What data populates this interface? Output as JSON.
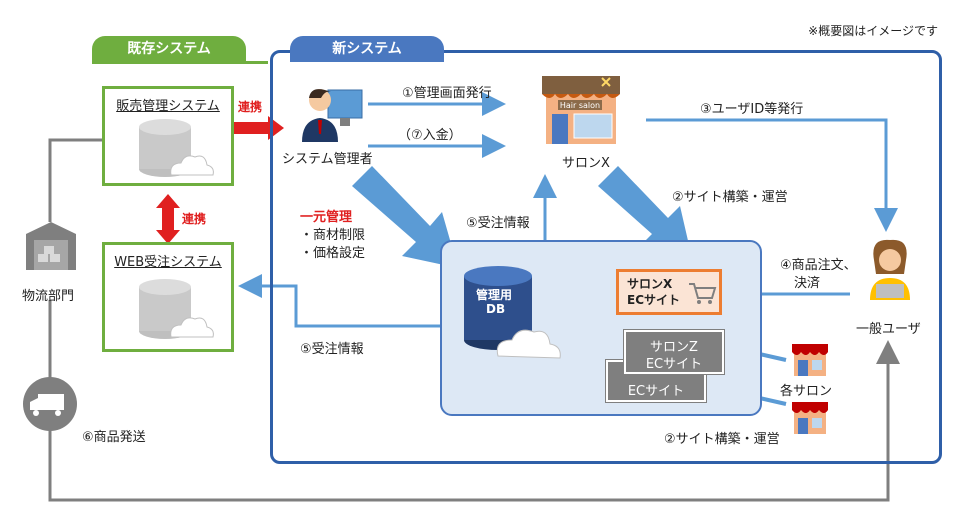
{
  "note": "※概要図はイメージです",
  "sections": {
    "existing": "既存システム",
    "new": "新システム"
  },
  "systems": {
    "sales": "販売管理システム",
    "web_order": "WEB受注システム",
    "link1": "連携",
    "link2": "連携"
  },
  "logistics": {
    "label": "物流部門",
    "ship": "⑥商品発送"
  },
  "admin": {
    "label": "システム管理者",
    "central": "一元管理",
    "item1": "・商材制限",
    "item2": "・価格設定"
  },
  "flows": {
    "issue_screen": "①管理画面発行",
    "deposit": "（⑦入金）",
    "issue_id": "③ユーザID等発行",
    "build_top": "②サイト構築・運営",
    "order_info_top": "⑤受注情報",
    "order_info_left": "⑤受注情報",
    "order_line1": "④商品注文、",
    "order_line2": "決済",
    "build_bottom": "②サイト構築・運営"
  },
  "salon": {
    "sign": "Hair salon",
    "label": "サロンX"
  },
  "db": {
    "line1": "管理用",
    "line2": "DB"
  },
  "ec_sites": {
    "x_line1": "サロンX",
    "x_line2": "ECサイト",
    "z_line1": "サロンZ",
    "z_line2": "ECサイト",
    "generic": "ECサイト"
  },
  "salons_label": "各サロン",
  "user_label": "一般ユーザ",
  "colors": {
    "green": "#6fae3f",
    "blue": "#4a78c0",
    "navy": "#2f5fa8",
    "red": "#e02020",
    "orange": "#ed7d31",
    "gray": "#7f7f7f"
  }
}
